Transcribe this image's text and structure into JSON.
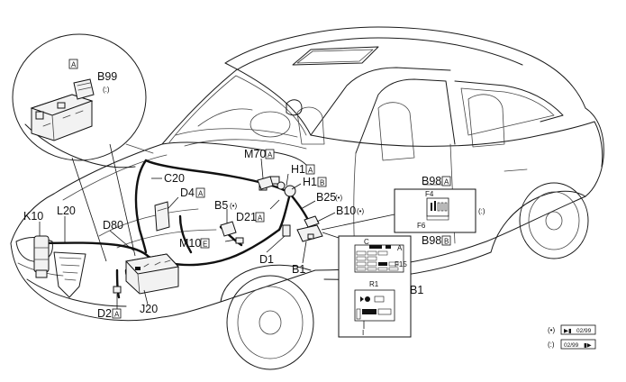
{
  "callouts": {
    "B99": "B99",
    "B99_box": "A",
    "B99_note": "(:)",
    "K10": "K10",
    "L20": "L20",
    "D80": "D80",
    "C20": "C20",
    "D4": "D4",
    "D4_box": "A",
    "M70": "M70",
    "M70_box": "A",
    "H1a": "H1",
    "H1a_box": "A",
    "H1b": "H1",
    "H1b_box": "B",
    "B25": "B25",
    "B25_note": "(•)",
    "B5": "B5",
    "B5_note": "(•)",
    "D21": "D21",
    "D21_box": "A",
    "B10": "B10",
    "B10_note": "(•)",
    "M10": "M10",
    "M10_box": "E",
    "D1": "D1",
    "B1": "B1",
    "B1_right": "B1",
    "D2": "D2",
    "D2_box": "A",
    "J20": "J20",
    "B98a": "B98",
    "B98a_box": "A",
    "B98b": "B98",
    "B98b_box": "B",
    "B98_note": "(:)",
    "F4": "F4",
    "F6": "F6",
    "fusebox_C": "C",
    "fusebox_A": "A",
    "fusebox_F15": "F15",
    "fusebox_R1": "R1",
    "fusebox_I": "I"
  },
  "legend": {
    "row1_marker": "(•)",
    "row1_arrow": "▶▮",
    "row1_date": "02/99",
    "row2_marker": "(:)",
    "row2_date": "02/99",
    "row2_arrow": "▮▶"
  }
}
